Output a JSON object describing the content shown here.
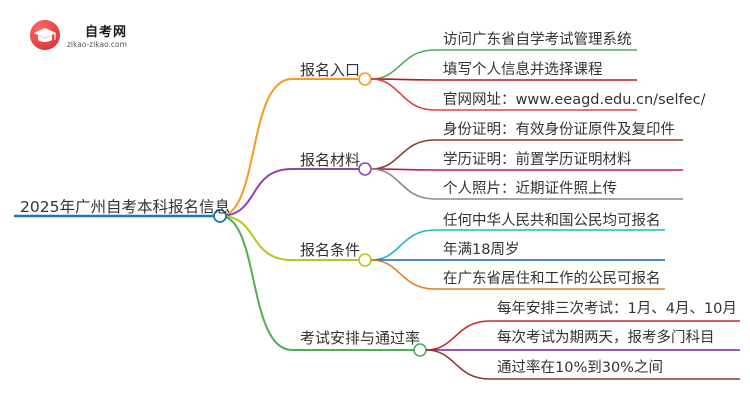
{
  "logo": {
    "title": "自考网",
    "url": "zikao-zikao.com",
    "icon": "graduation-cap-icon"
  },
  "root": {
    "label": "2025年广州自考本科报名信息",
    "color": "#1f77b4"
  },
  "branches": [
    {
      "label": "报名入口",
      "color": "#f59a23",
      "leaves": [
        {
          "label": "访问广东省自学考试管理系统",
          "color": "#4caf50"
        },
        {
          "label": "填写个人信息并选择课程",
          "color": "#b71c1c"
        },
        {
          "label": "官网网址：www.eeagd.edu.cn/selfec/",
          "color": "#e04040"
        }
      ]
    },
    {
      "label": "报名材料",
      "color": "#8e44ad",
      "leaves": [
        {
          "label": "身份证明：有效身份证原件及复印件",
          "color": "#8b3a2b"
        },
        {
          "label": "学历证明：前置学历证明材料",
          "color": "#c2185b"
        },
        {
          "label": "个人照片：近期证件照上传",
          "color": "#8a8a8a"
        }
      ]
    },
    {
      "label": "报名条件",
      "color": "#b5c71b",
      "leaves": [
        {
          "label": "任何中华人民共和国公民均可报名",
          "color": "#1fb5c9"
        },
        {
          "label": "年满18周岁",
          "color": "#1565c0"
        },
        {
          "label": "在广东省居住和工作的公民可报名",
          "color": "#e67e22"
        }
      ]
    },
    {
      "label": "考试安排与通过率",
      "color": "#4caf50",
      "leaves": [
        {
          "label": "每年安排三次考试：1月、4月、10月",
          "color": "#c62828"
        },
        {
          "label": "每次考试为期两天，报考多门科目",
          "color": "#7b1fa2"
        },
        {
          "label": "通过率在10%到30%之间",
          "color": "#8b3a2b"
        }
      ]
    }
  ]
}
